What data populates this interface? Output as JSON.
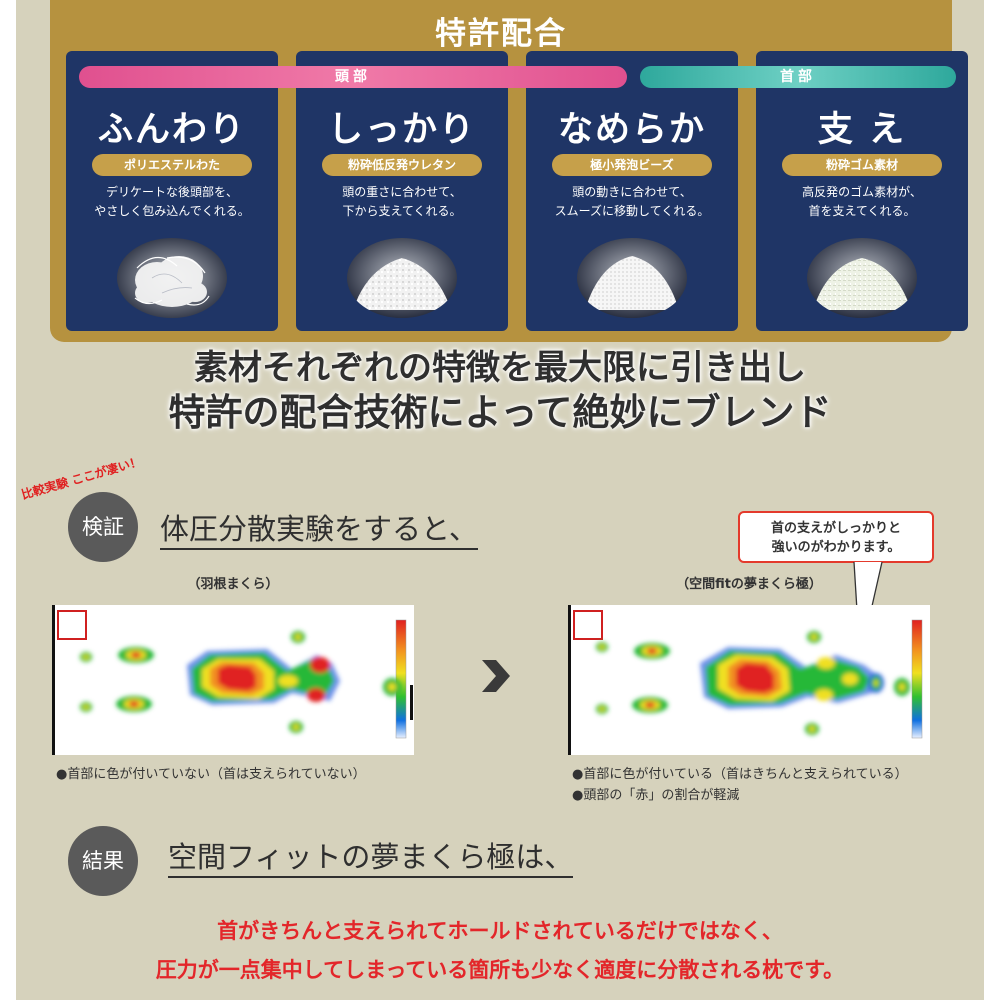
{
  "patent_section": {
    "title": "特許配合",
    "zones": [
      {
        "label": "頭部",
        "color": "#e05090"
      },
      {
        "label": "首部",
        "color": "#3ab5a8"
      }
    ],
    "cards": [
      {
        "title": "ふんわり",
        "material": "ポリエステルわた",
        "desc": [
          "デリケートな後頭部を、",
          "やさしく包み込んでくれる。"
        ],
        "texture": "fluffy"
      },
      {
        "title": "しっかり",
        "material": "粉砕低反発ウレタン",
        "desc": [
          "頭の重さに合わせて、",
          "下から支えてくれる。"
        ],
        "texture": "crumb"
      },
      {
        "title": "なめらか",
        "material": "極小発泡ビーズ",
        "desc": [
          "頭の動きに合わせて、",
          "スムーズに移動してくれる。"
        ],
        "texture": "beads"
      },
      {
        "title": "支 え",
        "material": "粉砕ゴム素材",
        "desc": [
          "高反発のゴム素材が、",
          "首を支えてくれる。"
        ],
        "texture": "rubber"
      }
    ]
  },
  "headline": {
    "line1": "素材それぞれの特徴を最大限に引き出し",
    "line2": "特許の配合技術によって絶妙にブレンド"
  },
  "experiment": {
    "flag": "比較実験 ここが凄い！",
    "label": "検証",
    "heading": "体圧分散実験をすると、",
    "callout": [
      "首の支えがしっかりと",
      "強いのがわかります。"
    ],
    "left": {
      "caption": "（羽根まくら）",
      "notes": [
        "●首部に色が付いていない（首は支えられていない）"
      ]
    },
    "right": {
      "caption": "（空間fitの夢まくら極）",
      "notes": [
        "●首部に色が付いている（首はきちんと支えられている）",
        "●頭部の「赤」の割合が軽減"
      ]
    },
    "arrow_color": "#3a3a3a"
  },
  "result": {
    "label": "結果",
    "heading": "空間フィットの夢まくら極は、",
    "lines": [
      "首がきちんと支えられてホールドされているだけではなく、",
      "圧力が一点集中してしまっている箇所も少なく適度に分散される枕です。"
    ]
  }
}
